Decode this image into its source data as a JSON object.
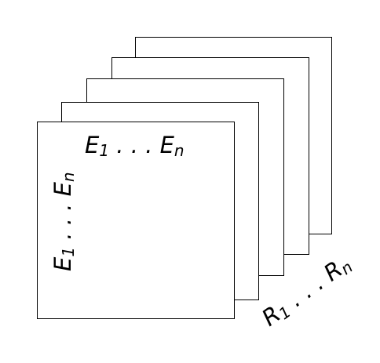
{
  "diagram": {
    "column_label": {
      "first": "E",
      "first_sub": "1",
      "dots": " . . . ",
      "last": "E",
      "last_sub": "n"
    },
    "row_label": {
      "first": "E",
      "first_sub": "1",
      "dots": " . . . ",
      "last": "E",
      "last_sub": "n"
    },
    "relation_label": {
      "first": "R",
      "first_sub": "1",
      "dots": " . . . ",
      "last": "R",
      "last_sub": "n"
    },
    "colors": {
      "stroke": "#000000",
      "fill": "#ffffff"
    }
  }
}
